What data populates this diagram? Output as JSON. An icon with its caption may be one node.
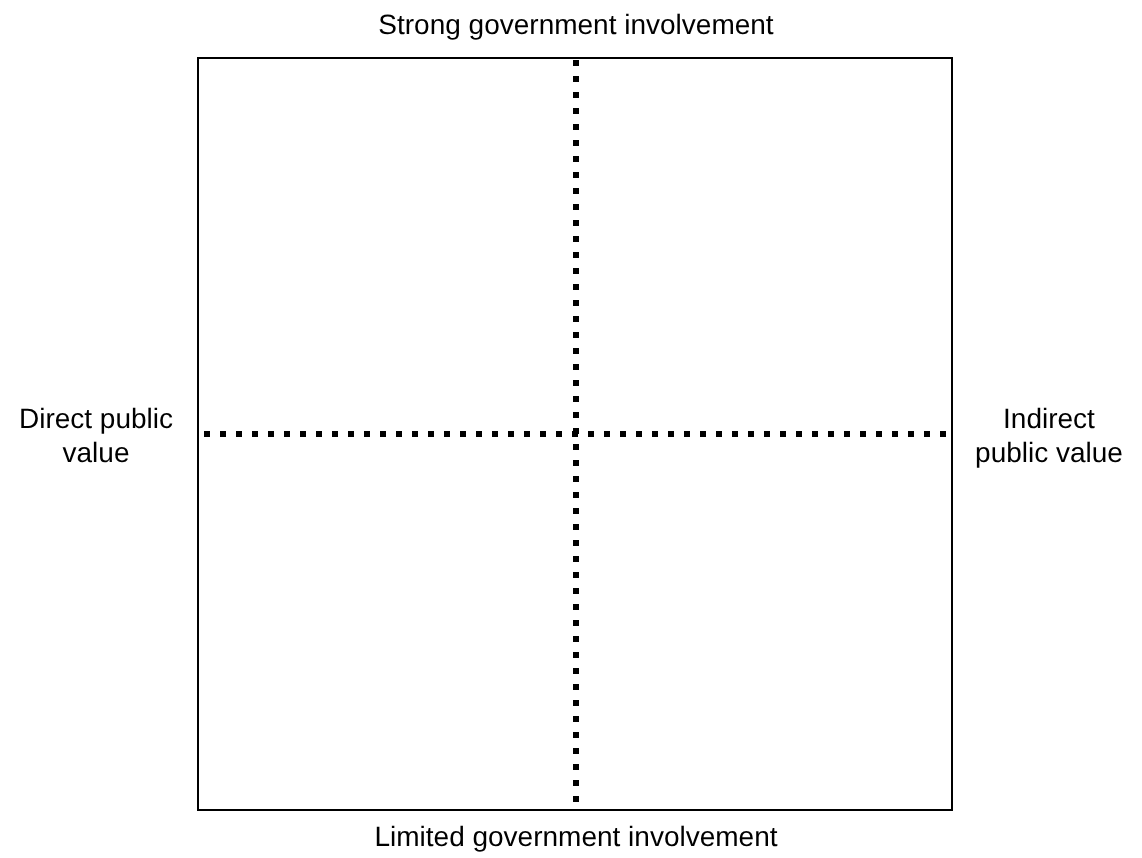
{
  "diagram": {
    "labels": [
      "Strong government involvement",
      "Direct public value",
      "Indirect public value",
      "Limited government involvement"
    ]
  }
}
